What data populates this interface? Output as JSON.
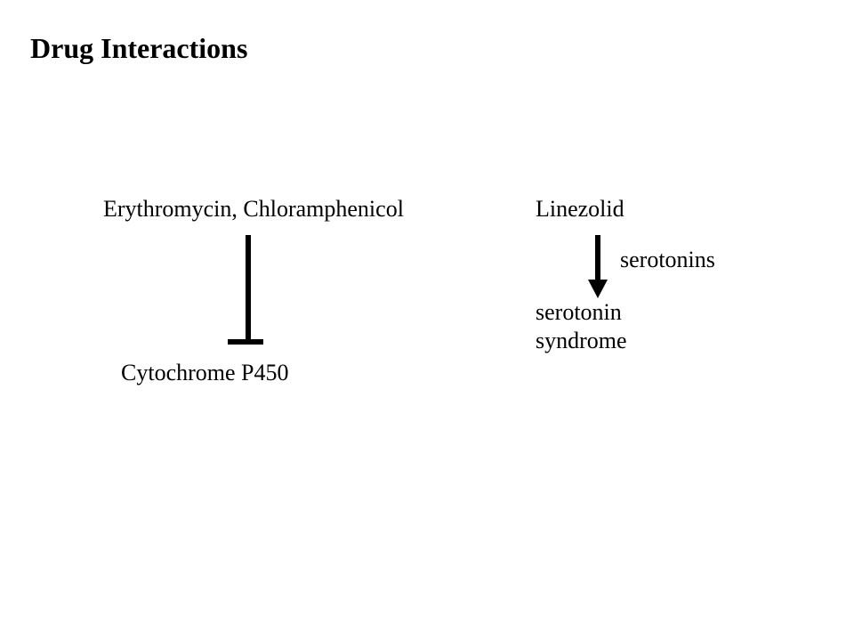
{
  "title": "Drug Interactions",
  "left_pathway": {
    "source_label": "Erythromycin, Chloramphenicol",
    "target_label": "Cytochrome P450",
    "edge_type": "inhibition"
  },
  "right_pathway": {
    "source_label": "Linezolid",
    "edge_label": "serotonins",
    "target_label_line1": "serotonin",
    "target_label_line2": "syndrome",
    "edge_type": "activation"
  },
  "colors": {
    "background": "#ffffff",
    "foreground": "#000000"
  }
}
